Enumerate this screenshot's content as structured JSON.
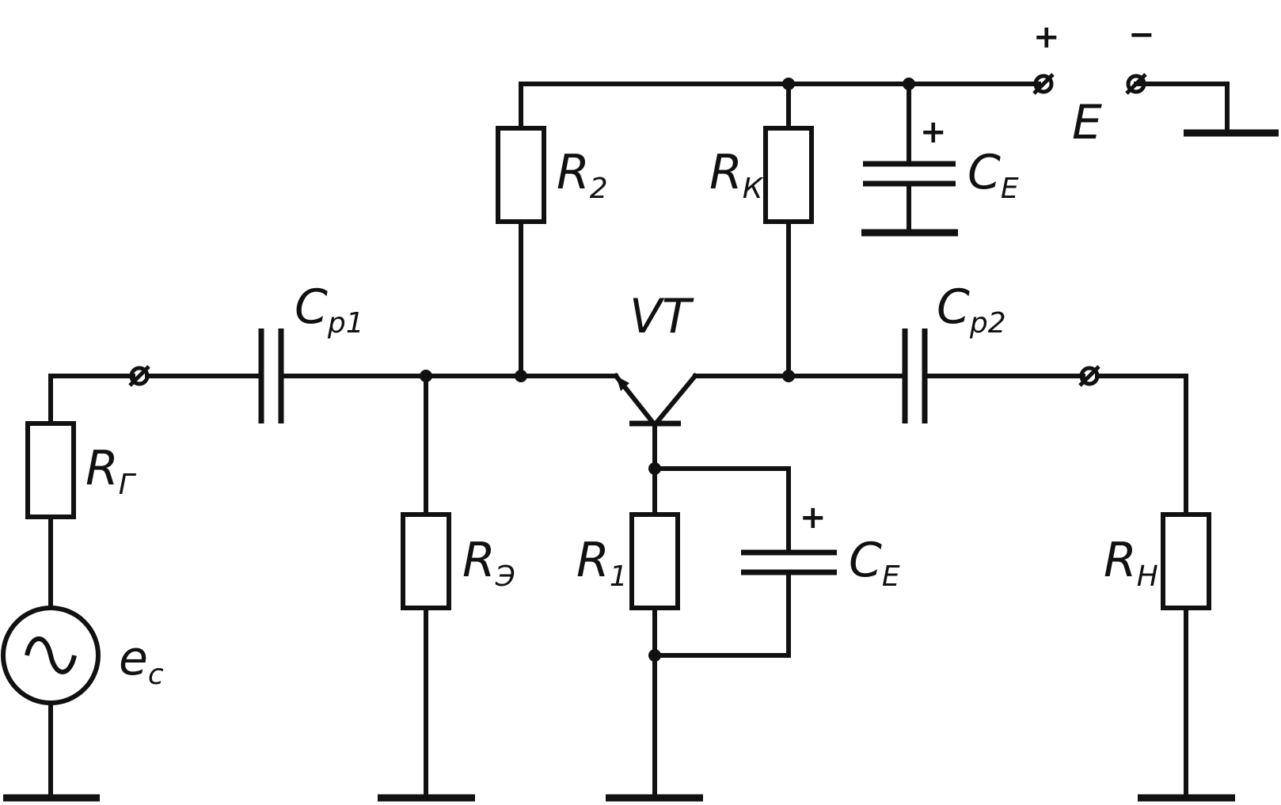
{
  "labels": {
    "r2": {
      "main": "R",
      "sub": "2"
    },
    "rk": {
      "main": "R",
      "sub": "К"
    },
    "ce_top": {
      "main": "C",
      "sub": "E"
    },
    "e": {
      "main": "E"
    },
    "plus_top": "+",
    "minus_top": "−",
    "ce_top_plus": "+",
    "ce_bot_plus": "+",
    "cp1": {
      "main": "C",
      "sub": "p1"
    },
    "vt": {
      "main": "VT"
    },
    "cp2": {
      "main": "C",
      "sub": "p2"
    },
    "rg": {
      "main": "R",
      "sub": "Г"
    },
    "re": {
      "main": "R",
      "sub": "Э"
    },
    "r1": {
      "main": "R",
      "sub": "1"
    },
    "ce_bot": {
      "main": "C",
      "sub": "E"
    },
    "rn": {
      "main": "R",
      "sub": "Н"
    },
    "ec": {
      "main": "e",
      "sub": "c"
    }
  }
}
